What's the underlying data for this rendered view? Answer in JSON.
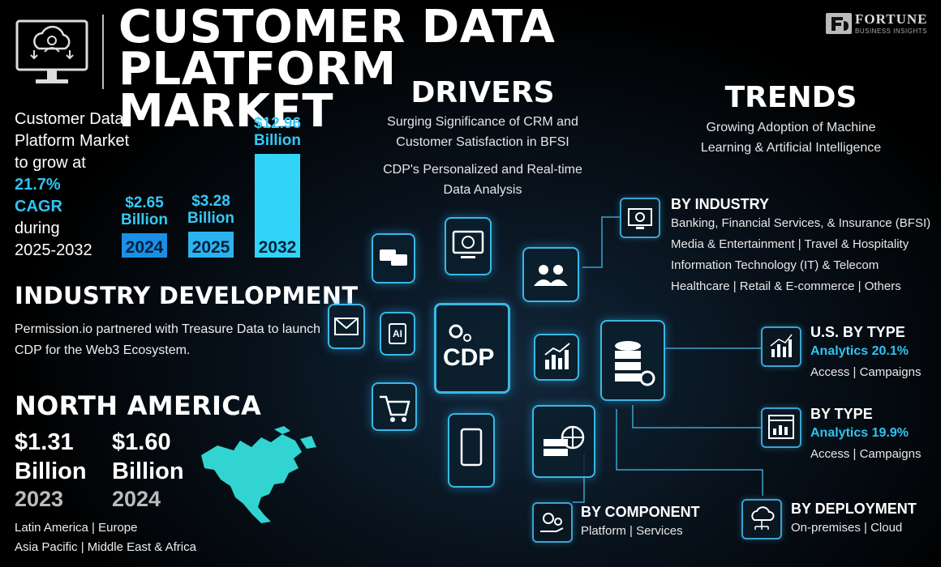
{
  "header": {
    "title_line1": "CUSTOMER DATA PLATFORM",
    "title_line2": "MARKET",
    "brand_name": "FORTUNE",
    "brand_sub": "BUSINESS INSIGHTS",
    "logo_icon": "cloud-user-monitor-icon"
  },
  "cagr": {
    "line1": "Customer Data",
    "line2": "Platform Market",
    "line3": "to grow at",
    "rate": "21.7%",
    "label": "CAGR",
    "line4": "during",
    "period": "2025-2032"
  },
  "chart_data": {
    "type": "bar",
    "categories": [
      "2024",
      "2025",
      "2032"
    ],
    "values": [
      2.65,
      3.28,
      12.96
    ],
    "value_labels": [
      "$2.65",
      "$3.28",
      "$12.96"
    ],
    "unit_label": "Billion",
    "colors": [
      "#1a8fe6",
      "#2bb3f0",
      "#31d4f7"
    ]
  },
  "industry_development": {
    "title": "INDUSTRY DEVELOPMENT",
    "text": "Permission.io partnered with Treasure Data to launch CDP for the Web3 Ecosystem."
  },
  "north_america": {
    "title": "NORTH AMERICA",
    "value1": "$1.31",
    "value1_unit": "Billion",
    "year1": "2023",
    "value2": "$1.60",
    "value2_unit": "Billion",
    "year2": "2024",
    "map_color": "#31d4d0",
    "regions_line1": "Latin America  |  Europe",
    "regions_line2": "Asia Pacific  |  Middle East & Africa"
  },
  "drivers": {
    "title": "DRIVERS",
    "item1": "Surging Significance of CRM and Customer Satisfaction in BFSI",
    "item2": "CDP's Personalized and Real-time Data Analysis"
  },
  "trends": {
    "title": "TRENDS",
    "item1": "Growing Adoption of Machine Learning & Artificial Intelligence"
  },
  "by_industry": {
    "title": "BY INDUSTRY",
    "lines": [
      "Banking, Financial Services, & Insurance (BFSI)",
      "Media & Entertainment  |  Travel & Hospitality",
      "Information Technology (IT) & Telecom",
      "Healthcare |  Retail & E-commerce  |  Others"
    ],
    "icon": "settings-monitor-icon"
  },
  "us_by_type": {
    "title": "U.S. BY TYPE",
    "highlight": "Analytics 20.1%",
    "line": "Access  |  Campaigns",
    "icon": "bar-chart-icon"
  },
  "by_type": {
    "title": "BY TYPE",
    "highlight": "Analytics 19.9%",
    "line": "Access  |  Campaigns",
    "icon": "analytics-window-icon"
  },
  "by_component": {
    "title": "BY COMPONENT",
    "line": "Platform  |  Services",
    "icon": "gears-hand-icon"
  },
  "by_deployment": {
    "title": "BY DEPLOYMENT",
    "line": "On-premises  |  Cloud",
    "icon": "cloud-network-icon"
  },
  "center": {
    "cdp_label": "CDP",
    "ai_label": "AI"
  },
  "colors": {
    "accent": "#2ec4f3",
    "tile_border": "#3bb7e6"
  }
}
